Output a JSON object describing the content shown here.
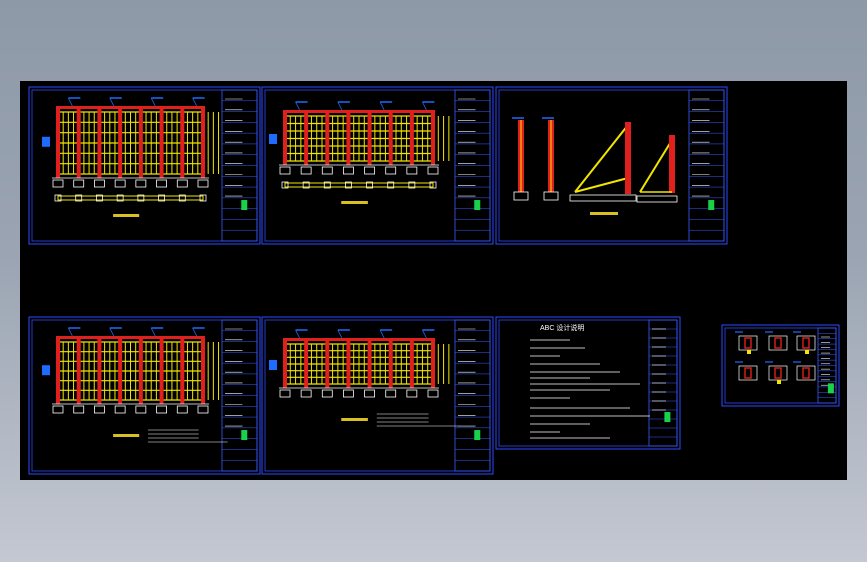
{
  "app": {
    "viewport_name": "cad-model-space",
    "background_color": "#000000"
  },
  "colors": {
    "frame": "#2b4dff",
    "title_block": "#3a5aff",
    "structure_red": "#e0201c",
    "structure_yellow": "#f2e600",
    "dimension_blue": "#1e6bff",
    "mark_green": "#18d24a"
  },
  "sheets": [
    {
      "id": "elevation-1",
      "kind": "elevation"
    },
    {
      "id": "elevation-2",
      "kind": "elevation"
    },
    {
      "id": "section-details",
      "kind": "sections"
    },
    {
      "id": "elevation-3",
      "kind": "elevation"
    },
    {
      "id": "elevation-4",
      "kind": "elevation"
    },
    {
      "id": "design-notes",
      "kind": "notes"
    },
    {
      "id": "node-details",
      "kind": "details"
    }
  ],
  "notes_sheet": {
    "title": "ABC 设计说明"
  }
}
